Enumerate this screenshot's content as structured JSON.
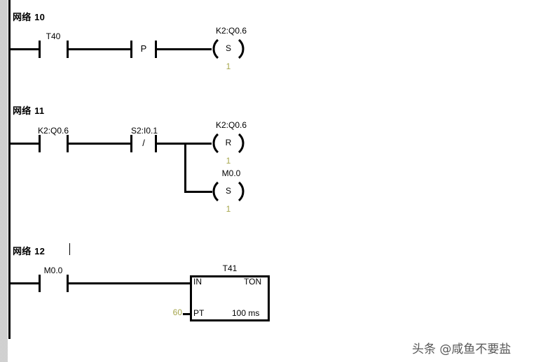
{
  "editor": {
    "language": "LAD",
    "background_color": "#ffffff",
    "wire_color": "#000000",
    "value_color": "#a6a64d",
    "gutter_color": "#d8d8d8"
  },
  "networks": [
    {
      "id": "network-10",
      "title_prefix": "网络",
      "title_number": "10",
      "title": "网络 10",
      "has_caret": false,
      "elements": {
        "contact_1": {
          "operand": "T40",
          "type": "normally-open",
          "glyph": ""
        },
        "contact_2": {
          "operand": "",
          "type": "positive-transition",
          "glyph": "P"
        },
        "coil": {
          "operand": "K2:Q0.6",
          "letter": "S",
          "value": "1"
        }
      }
    },
    {
      "id": "network-11",
      "title_prefix": "网络",
      "title_number": "11",
      "title": "网络 11",
      "has_caret": false,
      "elements": {
        "contact_1": {
          "operand": "K2:Q0.6",
          "type": "normally-open",
          "glyph": ""
        },
        "contact_2": {
          "operand": "S2:I0.1",
          "type": "normally-closed",
          "glyph": "/"
        },
        "coil_top": {
          "operand": "K2:Q0.6",
          "letter": "R",
          "value": "1"
        },
        "coil_bottom": {
          "operand": "M0.0",
          "letter": "S",
          "value": "1"
        }
      }
    },
    {
      "id": "network-12",
      "title_prefix": "网络",
      "title_number": "12",
      "title": "网络 12",
      "has_caret": true,
      "elements": {
        "contact_1": {
          "operand": "M0.0",
          "type": "normally-open",
          "glyph": ""
        },
        "timer_block": {
          "name": "T41",
          "input_label": "IN",
          "type_label": "TON",
          "preset_label": "PT",
          "preset_value": "60",
          "time_base": "100 ms"
        }
      }
    }
  ],
  "watermark": {
    "text": "头条 @咸鱼不要盐"
  }
}
